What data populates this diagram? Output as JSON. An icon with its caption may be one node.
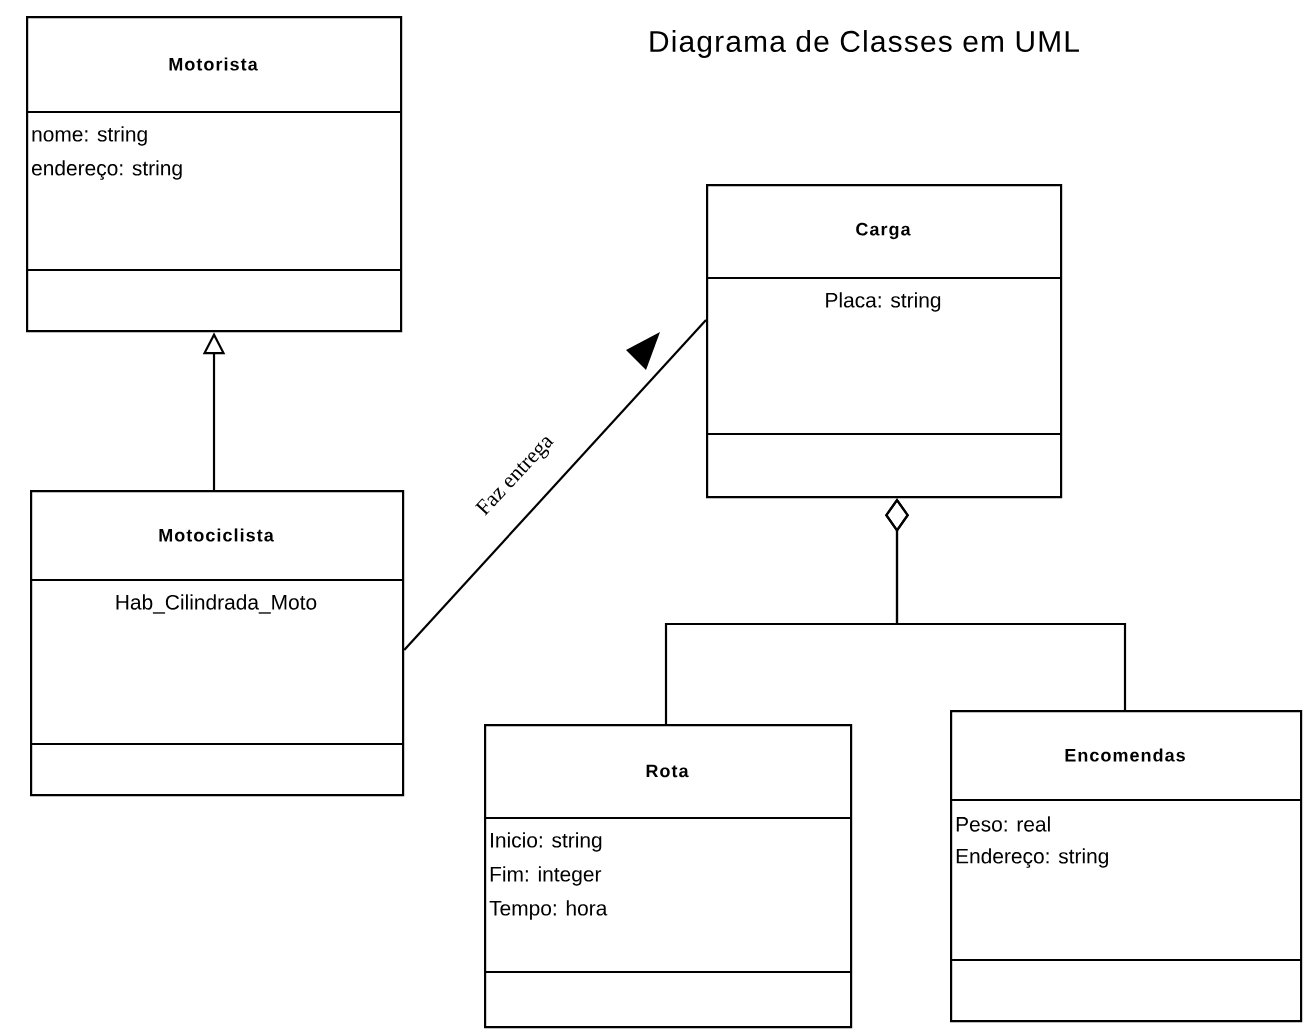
{
  "diagram": {
    "title": "Diagrama de Classes em UML",
    "nodes": [
      {
        "text": [
          "Motorista",
          "nome: string",
          "endereço: string"
        ]
      },
      {
        "text": [
          "Motociclista",
          "Hab_Cilindrada_Moto"
        ]
      },
      {
        "text": [
          "Carga",
          "Placa: string"
        ]
      },
      {
        "text": [
          "Rota",
          "Inicio: string",
          "Fim: integer",
          "Tempo: hora"
        ]
      },
      {
        "text": [
          "Encomendas",
          "Peso: real",
          "Endereço: string"
        ]
      }
    ],
    "edges": [
      {
        "from": 1,
        "to": 0,
        "arrow": "to"
      },
      {
        "from": 1,
        "to": 2,
        "arrow": "none",
        "label": "Faz entrega"
      },
      {
        "from": 3,
        "to": 2,
        "arrow": "other"
      },
      {
        "from": 4,
        "to": 2,
        "arrow": "other"
      }
    ]
  }
}
